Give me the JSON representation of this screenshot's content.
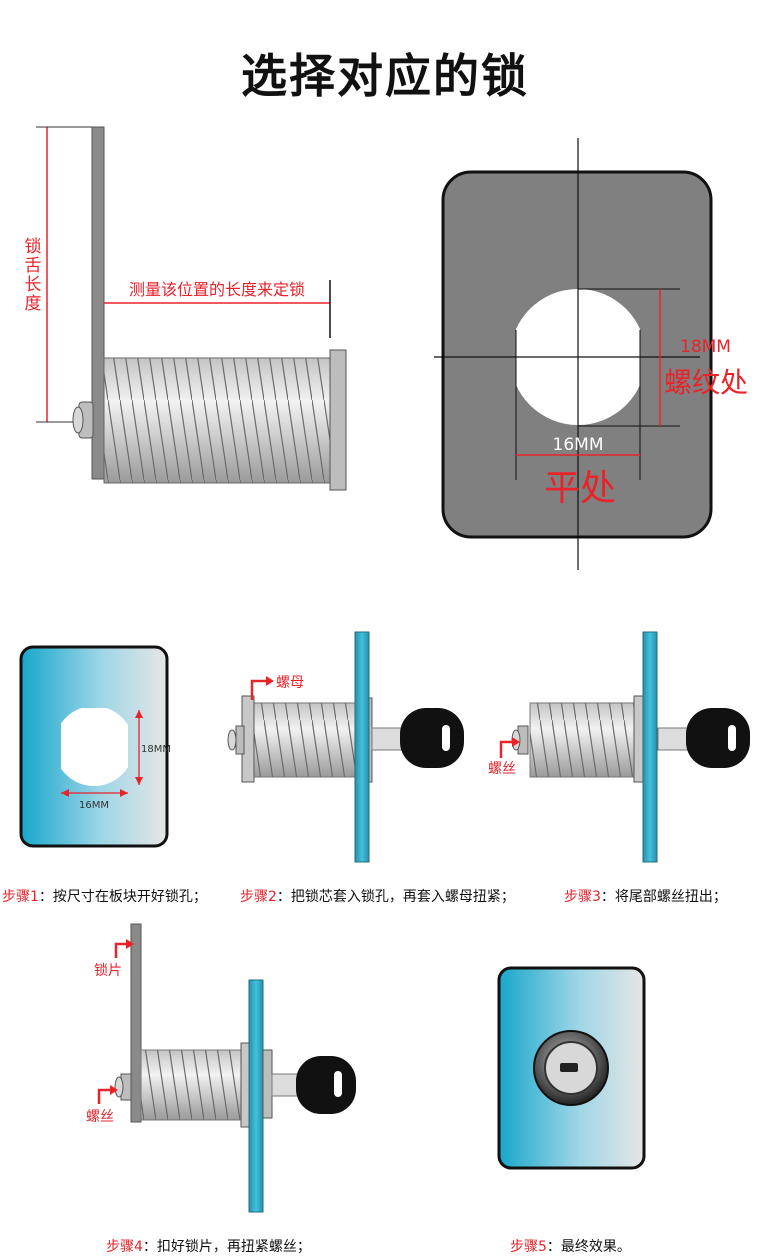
{
  "title": "选择对应的锁",
  "diagram1": {
    "vertical_label": [
      "锁",
      "舌",
      "长",
      "度"
    ],
    "measure_label": "测量该位置的长度来定锁"
  },
  "diagram2": {
    "height_dim": "18MM",
    "height_name": "螺纹处",
    "width_dim": "16MM",
    "width_name": "平处"
  },
  "steps": [
    {
      "diagram": {
        "height_dim": "18MM",
        "width_dim": "16MM"
      },
      "label": "步骤1",
      "text": "：按尺寸在板块开好锁孔；"
    },
    {
      "diagram": {
        "callout": "螺母"
      },
      "label": "步骤2",
      "text": "：把锁芯套入锁孔，再套入螺母扭紧；"
    },
    {
      "diagram": {
        "callout": "螺丝"
      },
      "label": "步骤3",
      "text": "：将尾部螺丝扭出；"
    },
    {
      "diagram": {
        "callout_top": "锁片",
        "callout_bottom": "螺丝"
      },
      "label": "步骤4",
      "text": "：扣好锁片，再扭紧螺丝；"
    },
    {
      "diagram": {},
      "label": "步骤5",
      "text": "：最终效果。"
    }
  ],
  "colors": {
    "red": "#e8232a",
    "panel_blue": "#1aa9cc",
    "plate_gray": "#7d7d7d",
    "key_black": "#111111"
  }
}
